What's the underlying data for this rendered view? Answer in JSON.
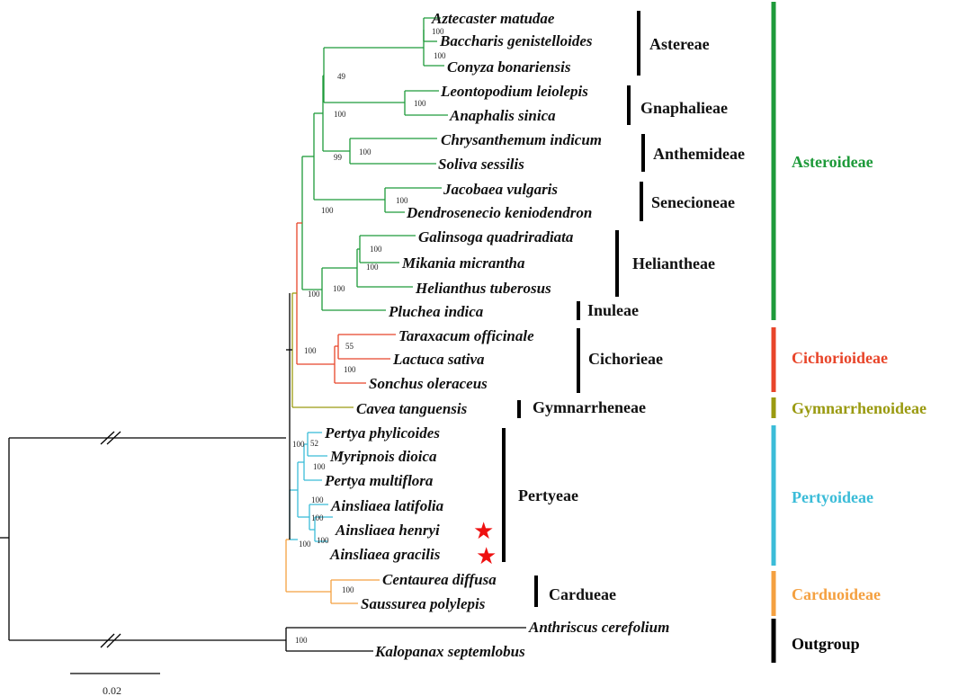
{
  "colors": {
    "asteroideae": "#1e9a3a",
    "cichorioideae": "#e8452a",
    "gymnarrhenoideae": "#9a9a10",
    "pertyoideae": "#3bbcd8",
    "carduoideae": "#f4a040",
    "outgroup": "#000000",
    "star": "#ee1111",
    "neutral": "#000000"
  },
  "taxa": [
    {
      "name": "Aztecaster matudae",
      "group": "asteroideae"
    },
    {
      "name": "Baccharis genistelloides",
      "group": "asteroideae"
    },
    {
      "name": "Conyza bonariensis",
      "group": "asteroideae"
    },
    {
      "name": "Leontopodium leiolepis",
      "group": "asteroideae"
    },
    {
      "name": "Anaphalis sinica",
      "group": "asteroideae"
    },
    {
      "name": "Chrysanthemum indicum",
      "group": "asteroideae"
    },
    {
      "name": "Soliva sessilis",
      "group": "asteroideae"
    },
    {
      "name": "Jacobaea vulgaris",
      "group": "asteroideae"
    },
    {
      "name": "Dendrosenecio keniodendron",
      "group": "asteroideae"
    },
    {
      "name": "Galinsoga quadriradiata",
      "group": "asteroideae"
    },
    {
      "name": "Mikania micrantha",
      "group": "asteroideae"
    },
    {
      "name": "Helianthus tuberosus",
      "group": "asteroideae"
    },
    {
      "name": "Pluchea indica",
      "group": "asteroideae"
    },
    {
      "name": "Taraxacum officinale",
      "group": "cichorioideae"
    },
    {
      "name": "Lactuca sativa",
      "group": "cichorioideae"
    },
    {
      "name": "Sonchus oleraceus",
      "group": "cichorioideae"
    },
    {
      "name": "Cavea tanguensis",
      "group": "gymnarrhenoideae"
    },
    {
      "name": "Pertya phylicoides",
      "group": "pertyoideae"
    },
    {
      "name": "Myripnois dioica",
      "group": "pertyoideae"
    },
    {
      "name": "Pertya multiflora",
      "group": "pertyoideae"
    },
    {
      "name": "Ainsliaea latifolia",
      "group": "pertyoideae"
    },
    {
      "name": "Ainsliaea henryi",
      "group": "pertyoideae",
      "star": true
    },
    {
      "name": "Ainsliaea gracilis",
      "group": "pertyoideae",
      "star": true
    },
    {
      "name": "Centaurea diffusa",
      "group": "carduoideae"
    },
    {
      "name": "Saussurea polylepis",
      "group": "carduoideae"
    },
    {
      "name": "Anthriscus cerefolium",
      "group": "outgroup"
    },
    {
      "name": "Kalopanax septemlobus",
      "group": "outgroup"
    }
  ],
  "tribes": [
    "Astereae",
    "Gnaphalieae",
    "Anthemideae",
    "Senecioneae",
    "Heliantheae",
    "Inuleae",
    "Cichorieae",
    "Gymnarrheneae",
    "Pertyeae",
    "Cardueae"
  ],
  "subfamilies": [
    {
      "label": "Asteroideae",
      "color_key": "asteroideae"
    },
    {
      "label": "Cichorioideae",
      "color_key": "cichorioideae"
    },
    {
      "label": "Gymnarrhenoideae",
      "color_key": "gymnarrhenoideae"
    },
    {
      "label": "Pertyoideae",
      "color_key": "pertyoideae"
    },
    {
      "label": "Carduoideae",
      "color_key": "carduoideae"
    },
    {
      "label": "Outgroup",
      "color_key": "outgroup"
    }
  ],
  "bootstrap_values": [
    "100",
    "100",
    "49",
    "100",
    "100",
    "99",
    "100",
    "100",
    "100",
    "100",
    "100",
    "100",
    "55",
    "100",
    "100",
    "100",
    "52",
    "100",
    "100",
    "100",
    "100",
    "100",
    "100",
    "100"
  ],
  "scale_bar": {
    "label": "0.02"
  }
}
